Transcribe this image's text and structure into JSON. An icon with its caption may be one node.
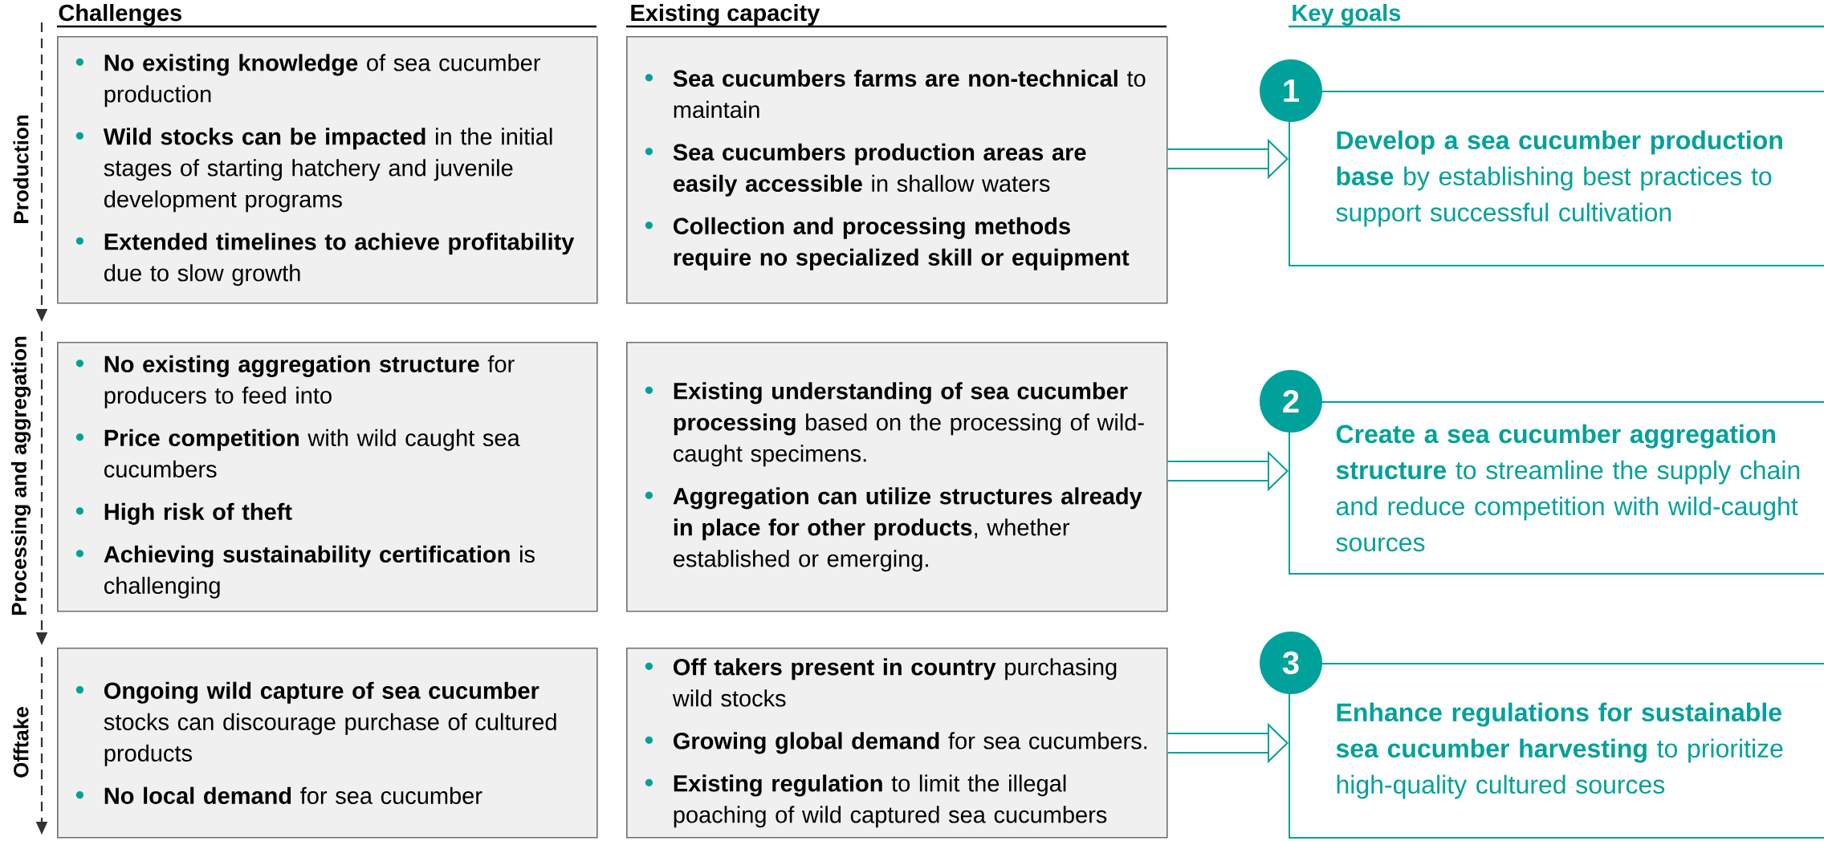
{
  "diagram": {
    "nodes": [
      {
        "text": [
          "**No existing knowledge** of sea cucumber production",
          "**Wild stocks can be impacted** in the initial stages of starting hatchery and juvenile development programs",
          "**Extended timelines to achieve profitability** due to slow growth"
        ]
      },
      {
        "text": [
          "**Sea cucumbers farms are non-technical** to maintain",
          "**Sea cucumbers production areas are easily accessible** in shallow waters",
          "**Collection and processing methods require no specialized skill or equipment**"
        ]
      },
      {
        "text": [
          "1",
          "**Develop a sea cucumber production base** by establishing best practices to support successful cultivation"
        ]
      },
      {
        "text": [
          "**No existing aggregation structure** for producers to feed into",
          "**Price competition** with wild caught sea cucumbers",
          "**High risk of theft**",
          "**Achieving sustainability certification** is challenging"
        ]
      },
      {
        "text": [
          "**Existing understanding of sea cucumber processing** based on the processing of wild-caught specimens.",
          "**Aggregation can utilize structures already in place for other products**, whether established or emerging."
        ]
      },
      {
        "text": [
          "2",
          "**Create a sea cucumber aggregation structure** to streamline the supply chain and reduce competition with wild-caught sources"
        ]
      },
      {
        "text": [
          "**Ongoing wild capture of sea cucumber** stocks can discourage purchase of cultured products",
          "**No local demand** for sea cucumber"
        ]
      },
      {
        "text": [
          "**Off takers present in country** purchasing wild stocks",
          "**Growing global demand** for sea cucumbers.",
          "**Existing regulation** to limit the illegal poaching of wild captured sea cucumbers"
        ]
      },
      {
        "text": [
          "3",
          "**Enhance regulations for sustainable sea cucumber harvesting** to prioritize high-quality cultured sources"
        ]
      }
    ],
    "edges": [
      {
        "from": 1,
        "to": 2,
        "arrow": "to"
      },
      {
        "from": 4,
        "to": 5,
        "arrow": "to"
      },
      {
        "from": 7,
        "to": 8,
        "arrow": "to"
      }
    ],
    "labels": [
      "Challenges",
      "Existing capacity",
      "Key goals",
      "Production",
      "Processing and aggregation",
      "Offtake"
    ]
  }
}
